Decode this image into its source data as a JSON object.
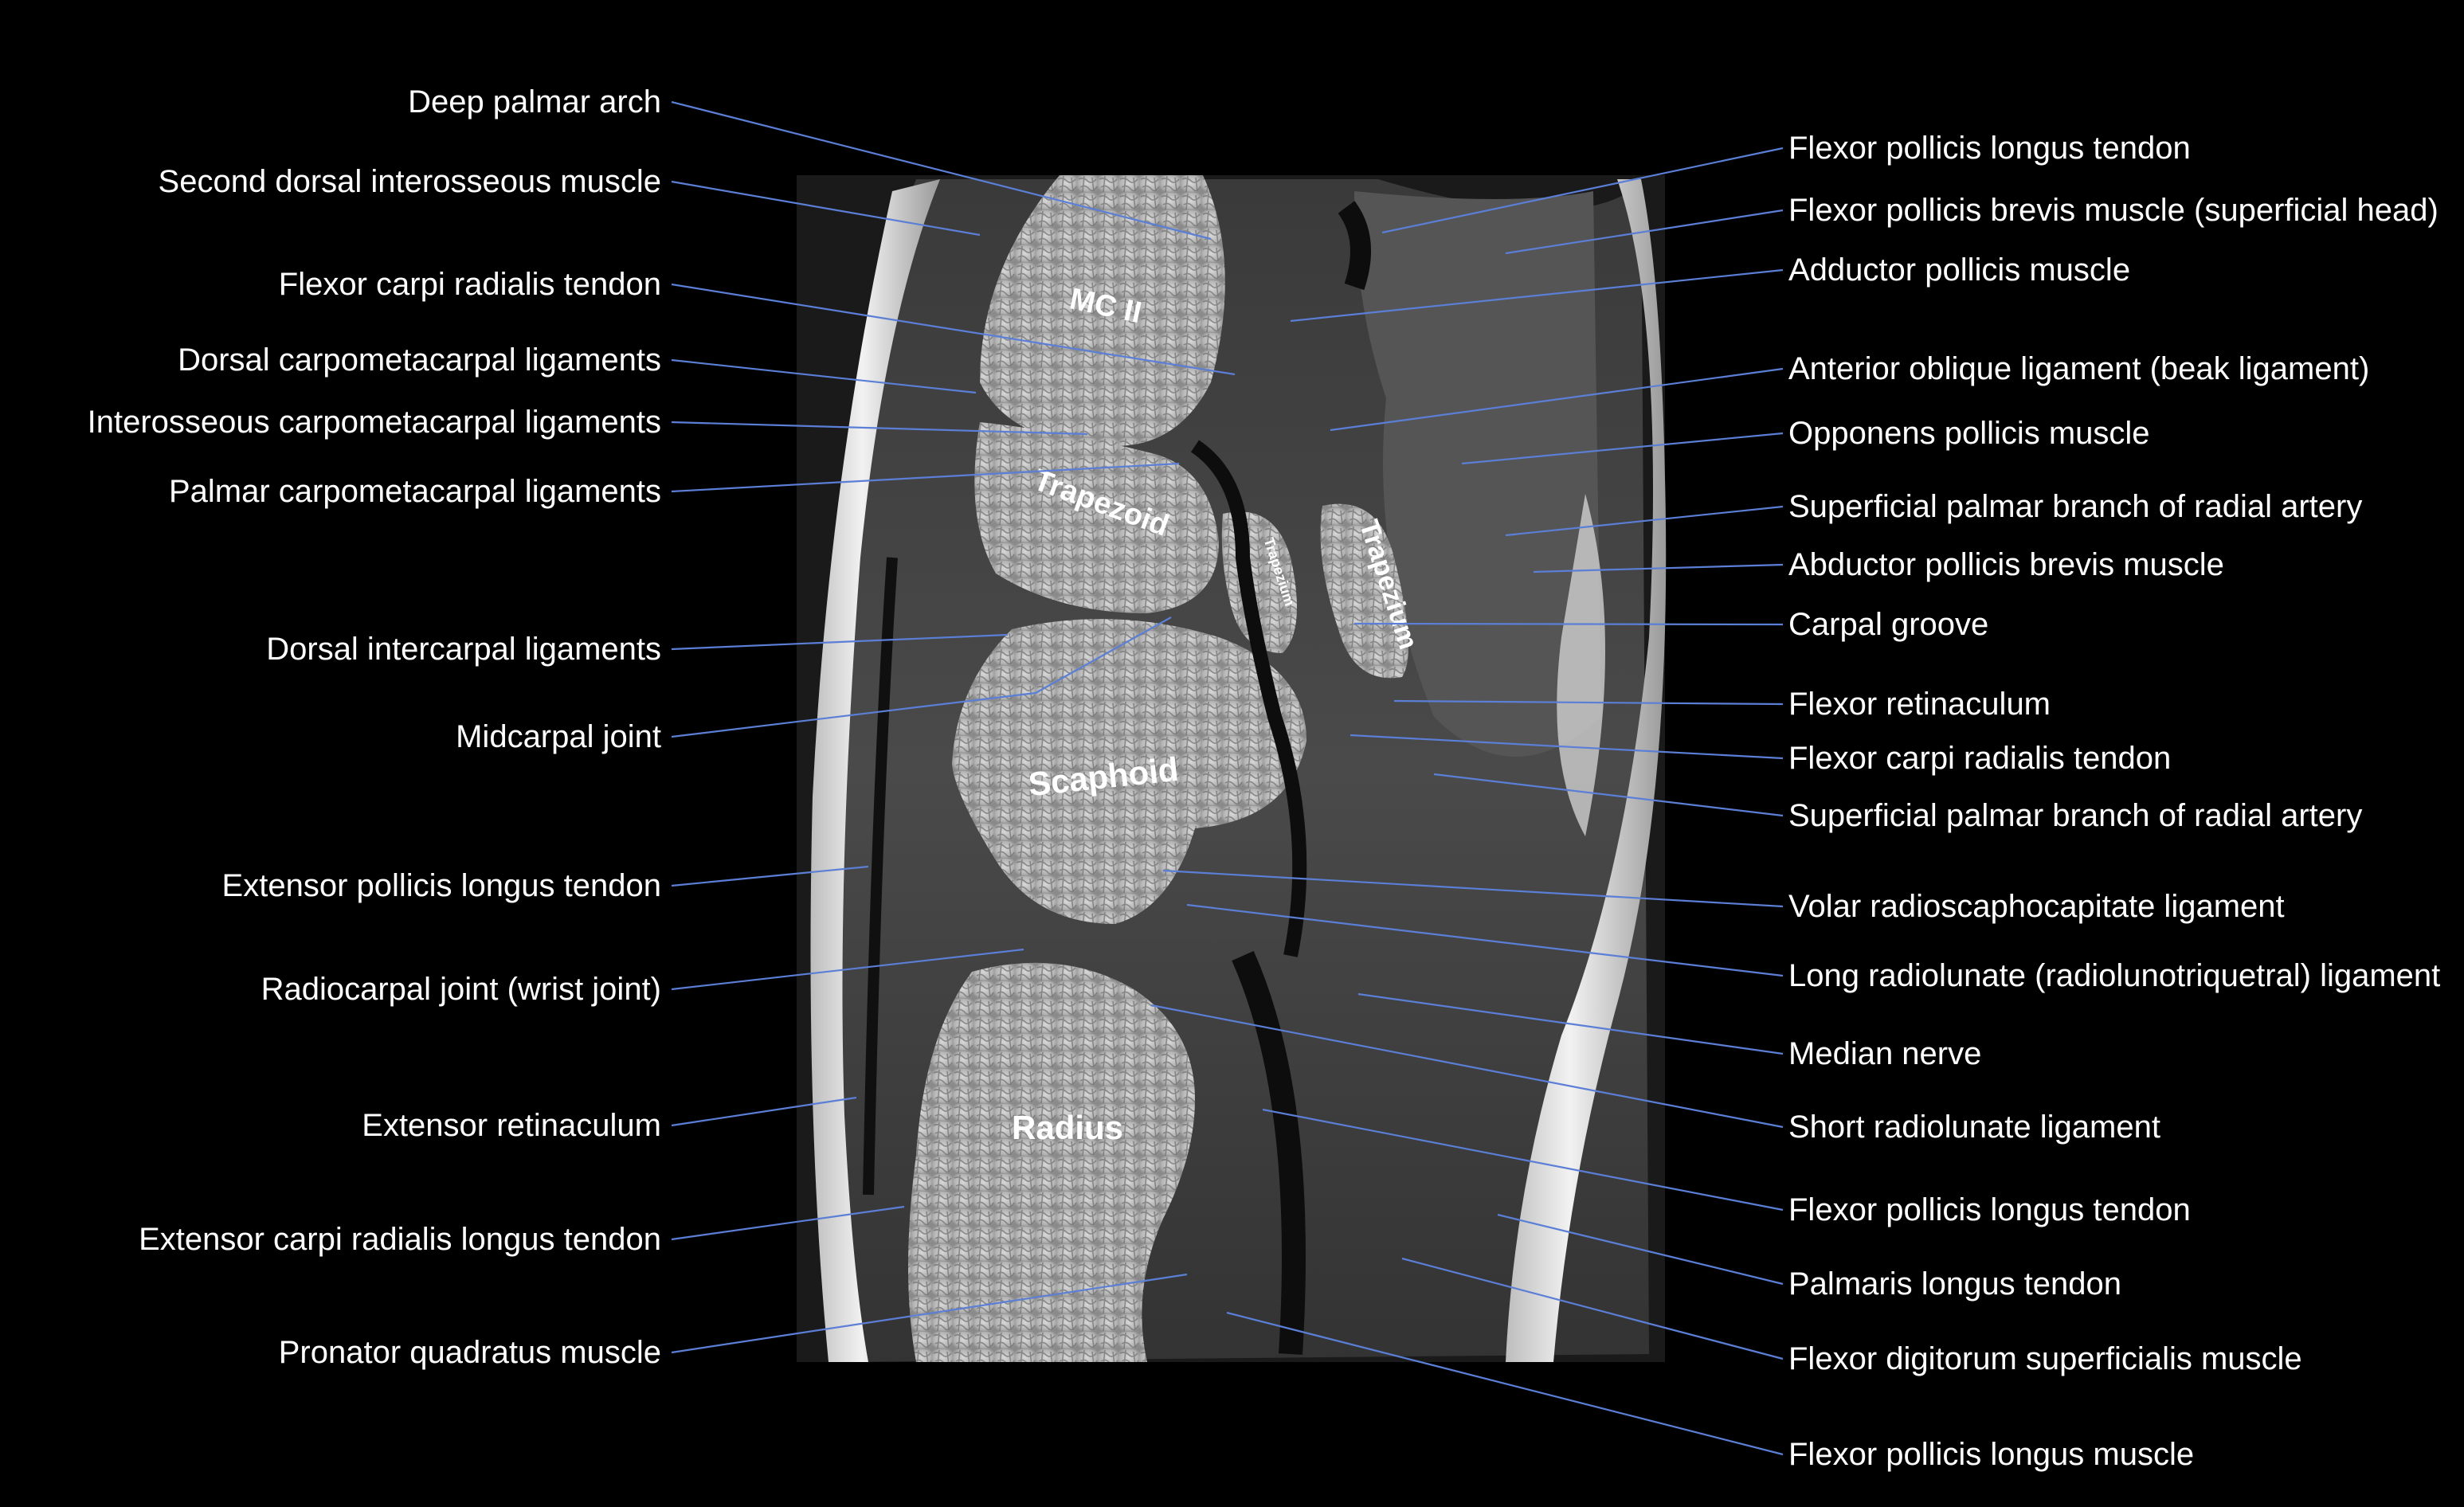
{
  "colors": {
    "background": "#000000",
    "leader_line": "#5b7fd6",
    "label_text": "#ffffff"
  },
  "image_labels": [
    {
      "id": "mc2",
      "text": "MC II"
    },
    {
      "id": "trapezoid",
      "text": "Trapezoid"
    },
    {
      "id": "trapezium_small",
      "text": "Trapezium"
    },
    {
      "id": "trapezium",
      "text": "Trapezium"
    },
    {
      "id": "scaphoid",
      "text": "Scaphoid"
    },
    {
      "id": "radius",
      "text": "Radius"
    }
  ],
  "left_labels": [
    "Deep palmar arch",
    "Second dorsal interosseous muscle",
    "Flexor carpi radialis tendon",
    "Dorsal carpometacarpal ligaments",
    "Interosseous carpometacarpal ligaments",
    "Palmar carpometacarpal ligaments",
    "Dorsal intercarpal ligaments",
    "Midcarpal joint",
    "Extensor pollicis longus tendon",
    "Radiocarpal joint (wrist joint)",
    "Extensor retinaculum",
    "Extensor carpi radialis longus tendon",
    "Pronator quadratus muscle"
  ],
  "right_labels": [
    "Flexor pollicis longus tendon",
    "Flexor pollicis brevis muscle (superficial head)",
    "Adductor pollicis muscle",
    "Anterior oblique ligament (beak ligament)",
    "Opponens pollicis muscle",
    "Superficial palmar branch of radial artery",
    "Abductor pollicis brevis muscle",
    "Carpal groove",
    "Flexor retinaculum",
    "Flexor carpi radialis tendon",
    "Superficial palmar branch of radial artery",
    "Volar radioscaphocapitate ligament",
    "Long radiolunate (radiolunotriquetral) ligament",
    "Median nerve",
    "Short radiolunate ligament",
    "Flexor pollicis longus tendon",
    "Palmaris longus tendon",
    "Flexor digitorum superficialis muscle",
    "Flexor pollicis longus muscle"
  ]
}
